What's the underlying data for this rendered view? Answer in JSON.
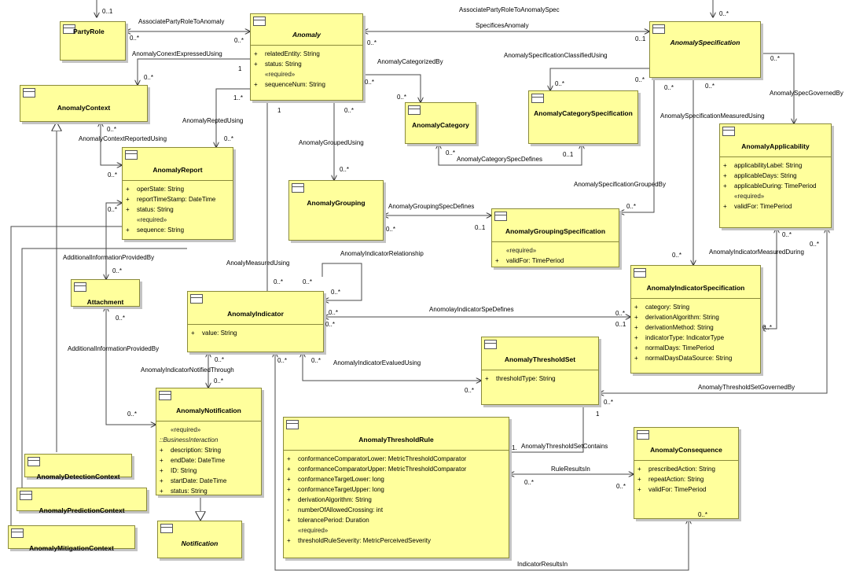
{
  "classes": {
    "party_role": {
      "name": "PartyRole"
    },
    "anomaly": {
      "name": "Anomaly",
      "attrs": [
        "relatedEntity: String",
        "status: String"
      ],
      "stereotype": "«required»",
      "req_attrs": [
        "sequenceNum: String"
      ]
    },
    "anomaly_spec": {
      "name": "AnomalySpecification"
    },
    "anomaly_context": {
      "name": "AnomalyContext"
    },
    "anomaly_category": {
      "name": "AnomalyCategory"
    },
    "anomaly_category_spec": {
      "name": "AnomalyCategorySpecification"
    },
    "anomaly_applicability": {
      "name": "AnomalyApplicability",
      "attrs": [
        "applicabilityLabel: String",
        "applicableDays: String",
        "applicableDuring: TimePeriod"
      ],
      "stereotype": "«required»",
      "req_attrs": [
        "validFor: TimePeriod"
      ]
    },
    "anomaly_report": {
      "name": "AnomalyReport",
      "attrs": [
        "operState: String",
        "reportTimeStamp: DateTime",
        "status: String"
      ],
      "stereotype": "«required»",
      "req_attrs": [
        "sequence: String"
      ]
    },
    "anomaly_grouping": {
      "name": "AnomalyGrouping"
    },
    "anomaly_grouping_spec": {
      "name": "AnomalyGroupingSpecification",
      "stereotype": "«required»",
      "req_attrs": [
        "validFor: TimePeriod"
      ]
    },
    "attachment": {
      "name": "Attachment"
    },
    "anomaly_indicator": {
      "name": "AnomalyIndicator",
      "attrs": [
        "value: String"
      ]
    },
    "anomaly_indicator_spec": {
      "name": "AnomalyIndicatorSpecification",
      "attrs": [
        "category: String",
        "derivationAlgorithm: String",
        "derivationMethod: String",
        "indicatorType: IndicatorType",
        "normalDays: TimePeriod",
        "normalDaysDataSource: String"
      ]
    },
    "anomaly_threshold_set": {
      "name": "AnomalyThresholdSet",
      "attrs": [
        "thresholdType: String"
      ]
    },
    "anomaly_notification": {
      "name": "AnomalyNotification",
      "stereotype": "«required»",
      "stereotype2": "::BusinessInteraction",
      "attrs": [
        "description: String",
        "endDate: DateTime",
        "ID: String",
        "startDate: DateTime",
        "status: String"
      ]
    },
    "anomaly_threshold_rule": {
      "name": "AnomalyThresholdRule",
      "attrs": [
        {
          "vis": "+",
          "text": "conformanceComparatorLower: MetricThresholdComparator"
        },
        {
          "vis": "+",
          "text": "conformanceComparatorUpper: MetricThresholdComparator"
        },
        {
          "vis": "+",
          "text": "conformanceTargetLower: long"
        },
        {
          "vis": "+",
          "text": "conformanceTargetUpper: long"
        },
        {
          "vis": "+",
          "text": "derivationAlgorithm: String"
        },
        {
          "vis": "-",
          "text": "numberOfAllowedCrossing: int"
        },
        {
          "vis": "+",
          "text": "tolerancePeriod: Duration"
        }
      ],
      "stereotype": "«required»",
      "req_attrs": [
        "thresholdRuleSeverity: MetricPerceivedSeverity"
      ]
    },
    "anomaly_consequence": {
      "name": "AnomalyConsequence",
      "attrs": [
        "prescribedAction: String",
        "repeatAction: String",
        "validFor: TimePeriod"
      ]
    },
    "anomaly_detection_context": {
      "name": "AnomalyDetectionContext"
    },
    "anomaly_prediction_context": {
      "name": "AnomalyPredictionContext"
    },
    "anomaly_mitigation_context": {
      "name": "AnomalyMitigationContext"
    },
    "notification": {
      "name": "Notification"
    }
  },
  "associations": {
    "associate_party_role_to_anomaly": "AssociatePartyRoleToAnomaly",
    "associate_party_role_to_anomaly_spec": "AssociatePartyRoleToAnomalySpec",
    "specifies_anomaly": "SpecificesAnomaly",
    "anomaly_conext_expressed_using": "AnomalyConextExpressedUsing",
    "anomaly_categorized_by": "AnomalyCategorizedBy",
    "anomaly_spec_classified_using": "AnomalySpecificationClassifiedUsing",
    "anomaly_spec_governed_by": "AnomalySpecGovernedBy",
    "anomaly_repted_using": "AnomalyReptedUsing",
    "anomaly_context_reported_using": "AnomalyContextReportedUsing",
    "anomaly_grouped_using": "AnomalyGroupedUsing",
    "anomaly_category_spec_defines": "AnomalyCategorySpecDefines",
    "anomaly_spec_measured_using": "AnomalySpecificationMeasuredUsing",
    "anomaly_spec_grouped_by": "AnomalySpecificationGroupedBy",
    "anomaly_grouping_spec_defines": "AnomalyGroupingSpecDefines",
    "anomaly_indicator_relationship": "AnomalyIndicatorRelationship",
    "additional_info_provided_by_1": "AdditionalInformationProvidedBy",
    "anoaly_measured_using": "AnoalyMeasuredUsing",
    "anomaly_indicator_measured_during": "AnomalyIndicatorMeasuredDuring",
    "anomolay_indicator_spe_defines": "AnomolayIndicatorSpeDefines",
    "additional_info_provided_by_2": "AdditionalInformationProvidedBy",
    "anomaly_indicator_notified_through": "AnomalyIndicatorNotifiedThrough",
    "anomaly_indicator_evalued_using": "AnomalyIndicatorEvaluedUsing",
    "anomaly_threshold_set_governed_by": "AnomalyThresholdSetGovernedBy",
    "anomaly_threshold_set_contains": "AnomalyThresholdSetContains",
    "rule_results_in": "RuleResultsIn",
    "indicator_results_in": "IndicatorResultsIn"
  },
  "multiplicities": {
    "zero_one": "0..1",
    "zero_many": "0..*",
    "one": "1",
    "one_many": "1..*",
    "one_dot": "1."
  },
  "colors": {
    "class_fill": "#ffff9c",
    "class_border": "#8a8a3a",
    "line": "#4a4a4a"
  }
}
